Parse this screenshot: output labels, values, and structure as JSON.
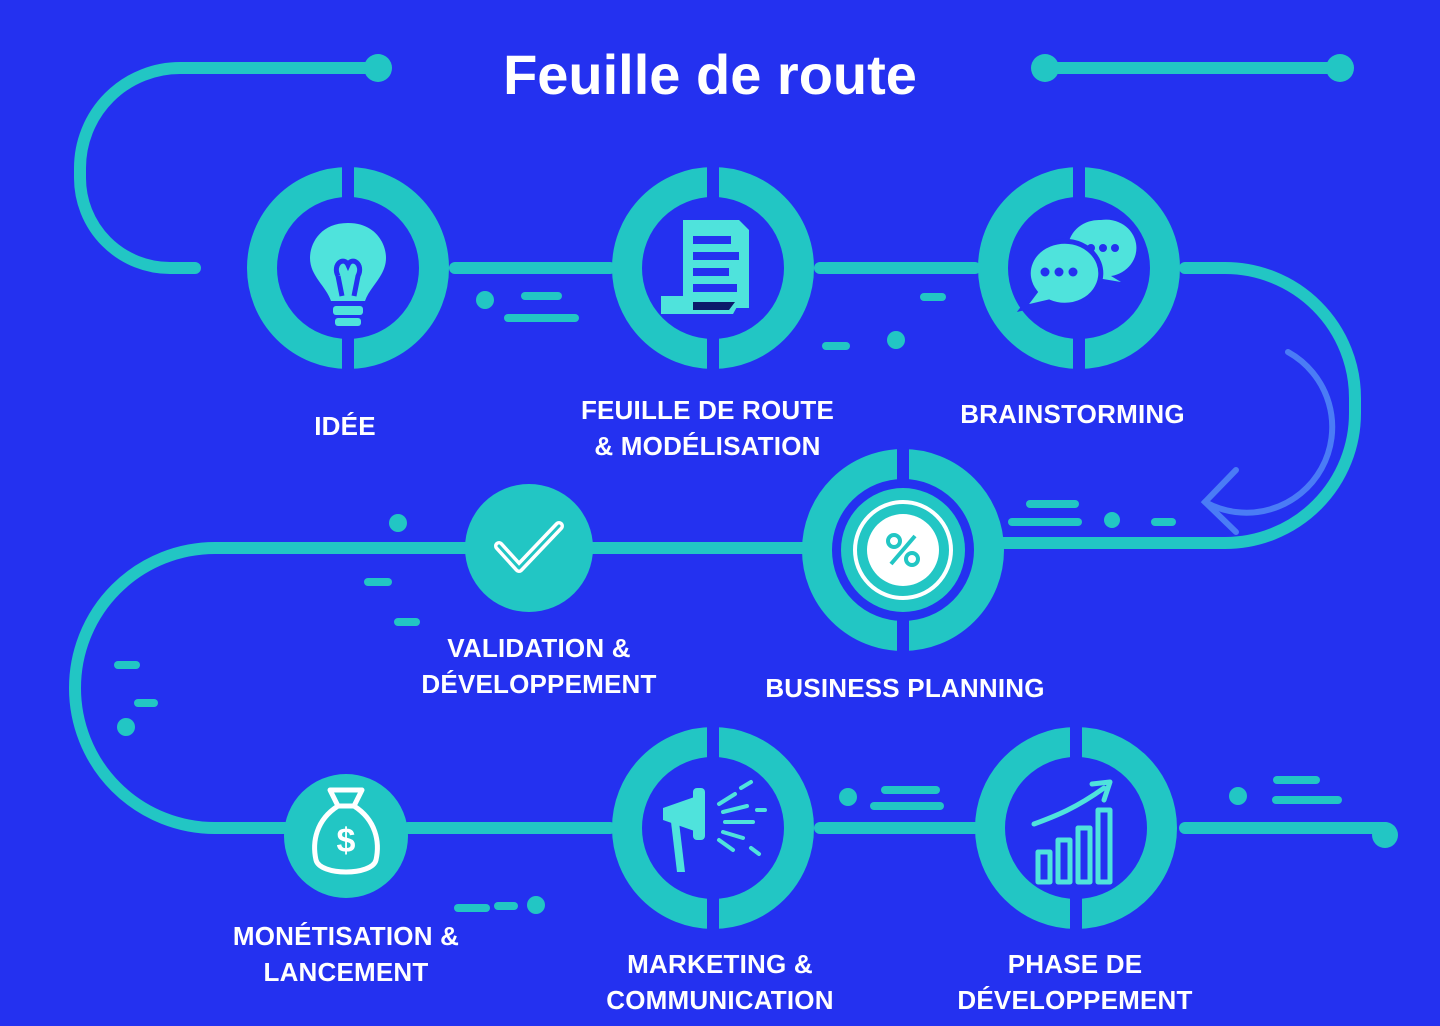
{
  "title": "Feuille de route",
  "colors": {
    "background": "#2431f0",
    "accent": "#22c6c4",
    "accent_light": "#4fe3dc",
    "arrow": "#4a7cf6",
    "text": "#ffffff"
  },
  "steps": [
    {
      "label": "IDÉE",
      "icon": "lightbulb-icon"
    },
    {
      "label": "FEUILLE DE ROUTE\n& MODÉLISATION",
      "icon": "document-icon"
    },
    {
      "label": "BRAINSTORMING",
      "icon": "chat-bubbles-icon"
    },
    {
      "label": "BUSINESS PLANNING",
      "icon": "percent-icon"
    },
    {
      "label": "VALIDATION &\nDÉVELOPPEMENT",
      "icon": "checkmark-icon"
    },
    {
      "label": "MONÉTISATION &\nLANCEMENT",
      "icon": "money-bag-icon"
    },
    {
      "label": "MARKETING &\nCOMMUNICATION",
      "icon": "megaphone-icon"
    },
    {
      "label": "PHASE DE\nDÉVELOPPEMENT",
      "icon": "growth-chart-icon"
    }
  ]
}
